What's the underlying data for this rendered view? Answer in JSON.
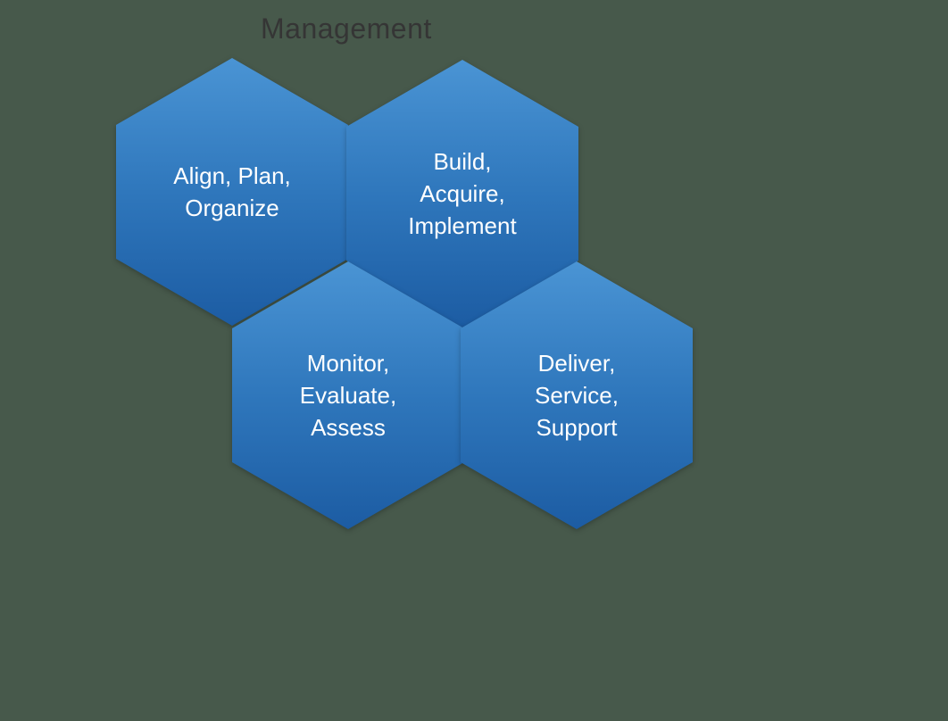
{
  "title": "Management",
  "colors": {
    "background": "#47594b",
    "hexagon_gradient_top": "#4a94d4",
    "hexagon_gradient_bottom": "#1c5ca3",
    "hexagon_text": "#ffffff",
    "title_text": "#353535"
  },
  "hexagons": [
    {
      "name": "align-plan-organize",
      "lines": [
        "Align, Plan,",
        "Organize"
      ]
    },
    {
      "name": "build-acquire-implement",
      "lines": [
        "Build,",
        "Acquire,",
        "Implement"
      ]
    },
    {
      "name": "monitor-evaluate-assess",
      "lines": [
        "Monitor,",
        "Evaluate,",
        "Assess"
      ]
    },
    {
      "name": "deliver-service-support",
      "lines": [
        "Deliver,",
        "Service,",
        "Support"
      ]
    }
  ]
}
